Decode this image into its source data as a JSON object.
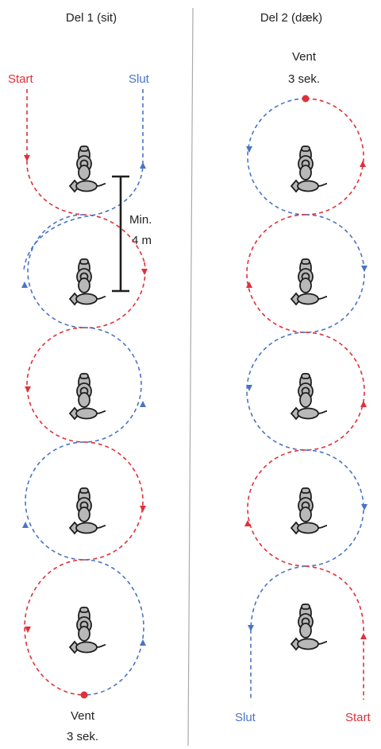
{
  "colors": {
    "red": "#e0303a",
    "blue": "#4a74c4",
    "dark": "#1e1e1e",
    "gray": "#aaaaaa"
  },
  "part1": {
    "title": "Del 1 (sit)",
    "start_label": "Start",
    "end_label": "Slut",
    "distance_label_1": "Min.",
    "distance_label_2": "4 m",
    "wait_label_1": "Vent",
    "wait_label_2": "3 sek."
  },
  "part2": {
    "title": "Del 2 (dæk)",
    "wait_label_1": "Vent",
    "wait_label_2": "3 sek.",
    "end_label": "Slut",
    "start_label": "Start"
  },
  "icons": [
    "dog-handler-icon",
    "dog-icon",
    "arrow-icon",
    "stop-dot-icon"
  ]
}
